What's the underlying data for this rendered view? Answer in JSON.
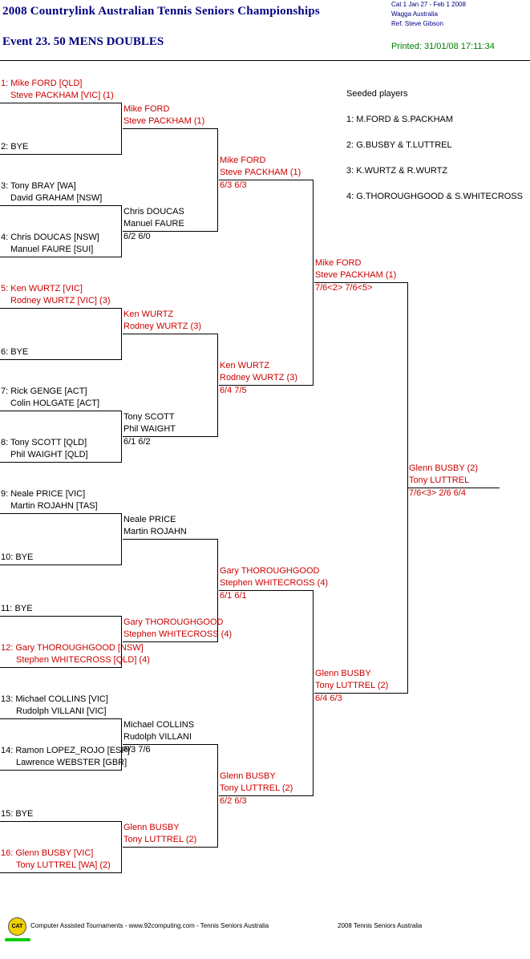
{
  "header": {
    "title": "2008 Countrylink Australian Tennis Seniors Championships",
    "event": "Event 23. 50 MENS DOUBLES",
    "meta": [
      "Cat 1   Jan 27 - Feb 1 2008",
      "Wagga   Australia",
      "Ref. Steve Gibson"
    ],
    "printed": "Printed: 31/01/08 17:11:34"
  },
  "seeded": {
    "heading": "Seeded players",
    "items": [
      "1: M.FORD & S.PACKHAM",
      "2: G.BUSBY & T.LUTTREL",
      "3: K.WURTZ & R.WURTZ",
      "4: G.THOROUGHGOOD & S.WHITECROSS"
    ]
  },
  "round1": [
    {
      "lines": [
        "1: Mike FORD [QLD]",
        "Steve PACKHAM [VIC] (1)"
      ],
      "seeded": true
    },
    {
      "lines": [
        "2: BYE"
      ],
      "seeded": false
    },
    {
      "lines": [
        "3: Tony BRAY [WA]",
        "David GRAHAM [NSW]"
      ],
      "seeded": false
    },
    {
      "lines": [
        "4: Chris DOUCAS [NSW]",
        "Manuel FAURE [SUI]"
      ],
      "seeded": false
    },
    {
      "lines": [
        "5: Ken WURTZ [VIC]",
        "Rodney WURTZ [VIC] (3)"
      ],
      "seeded": true
    },
    {
      "lines": [
        "6: BYE"
      ],
      "seeded": false
    },
    {
      "lines": [
        "7: Rick GENGE [ACT]",
        "Colin HOLGATE [ACT]"
      ],
      "seeded": false
    },
    {
      "lines": [
        "8: Tony SCOTT [QLD]",
        "Phil WAIGHT [QLD]"
      ],
      "seeded": false
    },
    {
      "lines": [
        "9: Neale PRICE [VIC]",
        "Martin ROJAHN [TAS]"
      ],
      "seeded": false
    },
    {
      "lines": [
        "10: BYE"
      ],
      "seeded": false
    },
    {
      "lines": [
        "11: BYE"
      ],
      "seeded": false
    },
    {
      "lines": [
        "12: Gary THOROUGHGOOD [NSW]",
        "Stephen WHITECROSS [QLD] (4)"
      ],
      "seeded": true
    },
    {
      "lines": [
        "13: Michael COLLINS [VIC]",
        "Rudolph VILLANI [VIC]"
      ],
      "seeded": false
    },
    {
      "lines": [
        "14: Ramon LOPEZ_ROJO [ESP]",
        "Lawrence WEBSTER [GBR]"
      ],
      "seeded": false
    },
    {
      "lines": [
        "15: BYE"
      ],
      "seeded": false
    },
    {
      "lines": [
        "16: Glenn BUSBY [VIC]",
        "Tony LUTTREL [WA] (2)"
      ],
      "seeded": true
    }
  ],
  "round2": [
    {
      "lines": [
        "Mike FORD",
        "Steve PACKHAM (1)"
      ],
      "score": "",
      "seeded": true
    },
    {
      "lines": [
        "Chris DOUCAS",
        "Manuel FAURE"
      ],
      "score": "6/2 6/0",
      "seeded": false
    },
    {
      "lines": [
        "Ken WURTZ",
        "Rodney WURTZ (3)"
      ],
      "score": "",
      "seeded": true
    },
    {
      "lines": [
        "Tony SCOTT",
        "Phil WAIGHT"
      ],
      "score": "6/1 6/2",
      "seeded": false
    },
    {
      "lines": [
        "Neale PRICE",
        "Martin ROJAHN"
      ],
      "score": "",
      "seeded": false
    },
    {
      "lines": [
        "Gary THOROUGHGOOD",
        "Stephen WHITECROSS (4)"
      ],
      "score": "",
      "seeded": true
    },
    {
      "lines": [
        "Michael COLLINS",
        "Rudolph VILLANI"
      ],
      "score": "6/3 7/6",
      "seeded": false
    },
    {
      "lines": [
        "Glenn BUSBY",
        "Tony LUTTREL (2)"
      ],
      "score": "",
      "seeded": true
    }
  ],
  "round3": [
    {
      "lines": [
        "Mike FORD",
        "Steve PACKHAM (1)"
      ],
      "score": "6/3 6/3",
      "seeded": true
    },
    {
      "lines": [
        "Ken WURTZ",
        "Rodney WURTZ (3)"
      ],
      "score": "6/4 7/5",
      "seeded": true
    },
    {
      "lines": [
        "Gary THOROUGHGOOD",
        "Stephen WHITECROSS (4)"
      ],
      "score": "6/1 6/1",
      "seeded": true
    },
    {
      "lines": [
        "Glenn BUSBY",
        "Tony LUTTREL (2)"
      ],
      "score": "6/2 6/3",
      "seeded": true
    }
  ],
  "round4": [
    {
      "lines": [
        "Mike FORD",
        "Steve PACKHAM (1)"
      ],
      "score": "7/6<2> 7/6<5>",
      "seeded": true
    },
    {
      "lines": [
        "Glenn BUSBY",
        "Tony LUTTREL (2)"
      ],
      "score": "6/4 6/3",
      "seeded": true
    }
  ],
  "final": {
    "lines": [
      "Glenn BUSBY (2)",
      "Tony LUTTREL"
    ],
    "score": "7/6<3> 2/6 6/4",
    "seeded": true
  },
  "footer": {
    "logo_text": "CAT",
    "left": "Computer Assisted Tournaments - www.92computing.com -  Tennis Seniors Australia",
    "right": "2008 Tennis Seniors Australia"
  },
  "colors": {
    "seeded": "#cc0000",
    "title": "#000080",
    "printed": "#008000"
  }
}
